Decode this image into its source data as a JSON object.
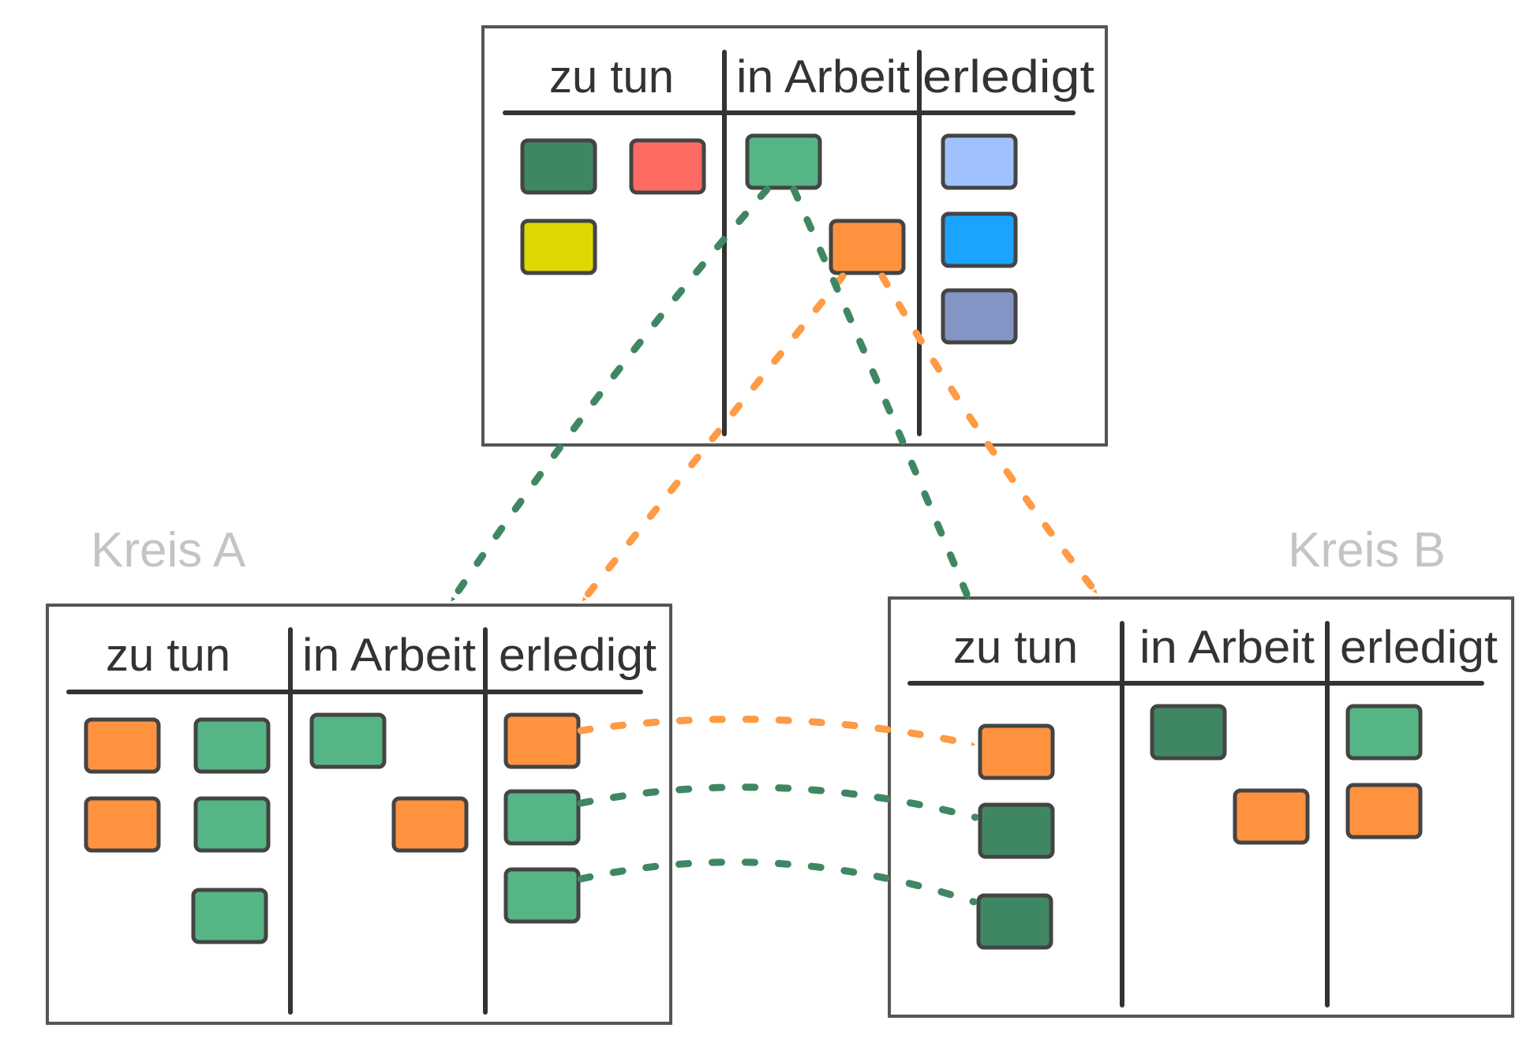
{
  "colors": {
    "outline": "#444444",
    "dark_green": "#3f8762",
    "green": "#56b584",
    "orange": "#ff923f",
    "red": "#ff6b62",
    "yellow": "#dfd800",
    "light_blue": "#9fc2ff",
    "blue": "#1aa3ff",
    "slate": "#8494c4",
    "arrow_green": "#3f8762",
    "arrow_orange": "#ff9a45",
    "circle_label": "#c4c4c4"
  },
  "boards": {
    "top": {
      "col1": "zu tun",
      "col2": "in Arbeit",
      "col3": "erledigt",
      "cards": {
        "todo": [
          "dark_green",
          "red",
          "yellow"
        ],
        "doing": [
          "green",
          "orange"
        ],
        "done": [
          "light_blue",
          "blue",
          "slate"
        ]
      }
    },
    "a": {
      "label": "Kreis A",
      "col1": "zu tun",
      "col2": "in Arbeit",
      "col3": "erledigt",
      "cards": {
        "todo": [
          "orange",
          "green",
          "orange",
          "green",
          "green"
        ],
        "doing": [
          "green",
          "orange"
        ],
        "done": [
          "orange",
          "green",
          "green"
        ]
      }
    },
    "b": {
      "label": "Kreis B",
      "col1": "zu tun",
      "col2": "in Arbeit",
      "col3": "erledigt",
      "cards": {
        "todo": [
          "orange",
          "dark_green",
          "dark_green"
        ],
        "doing": [
          "dark_green",
          "orange"
        ],
        "done": [
          "green",
          "orange"
        ]
      }
    }
  },
  "arrows": [
    {
      "from": "top-doing-green",
      "to": "board-a",
      "color": "arrow_green"
    },
    {
      "from": "top-doing-orange",
      "to": "board-a",
      "color": "arrow_orange"
    },
    {
      "from": "top-doing-green",
      "to": "board-b",
      "color": "arrow_green"
    },
    {
      "from": "top-doing-orange",
      "to": "board-b",
      "color": "arrow_orange"
    },
    {
      "from": "a-done-orange",
      "to": "b-todo-orange",
      "color": "arrow_orange"
    },
    {
      "from": "a-done-green-1",
      "to": "b-todo-dark-green-1",
      "color": "arrow_green"
    },
    {
      "from": "a-done-green-2",
      "to": "b-todo-dark-green-2",
      "color": "arrow_green"
    }
  ]
}
